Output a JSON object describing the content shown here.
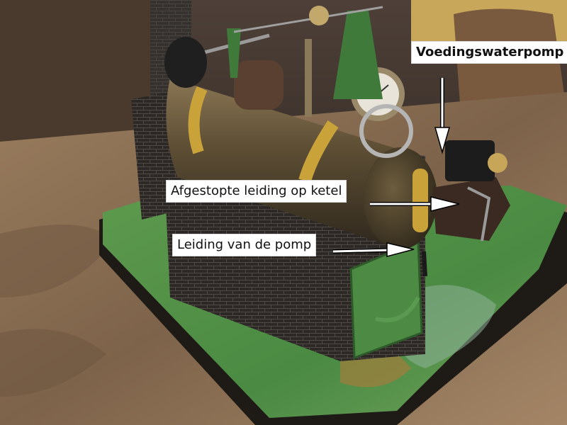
{
  "annotations": {
    "feed_water_pump": "Voedingswaterpomp",
    "plugged_pipe": "Afgestopte leiding op ketel",
    "pump_pipe": "Leiding van de pomp"
  },
  "colors": {
    "table_wood": "#8a6f52",
    "base_green": "#4f8f44",
    "brick": "#2a2725",
    "boiler_brass": "#6b5a3a",
    "brass_band": "#c9a23a",
    "arrow": "#ffffff"
  }
}
